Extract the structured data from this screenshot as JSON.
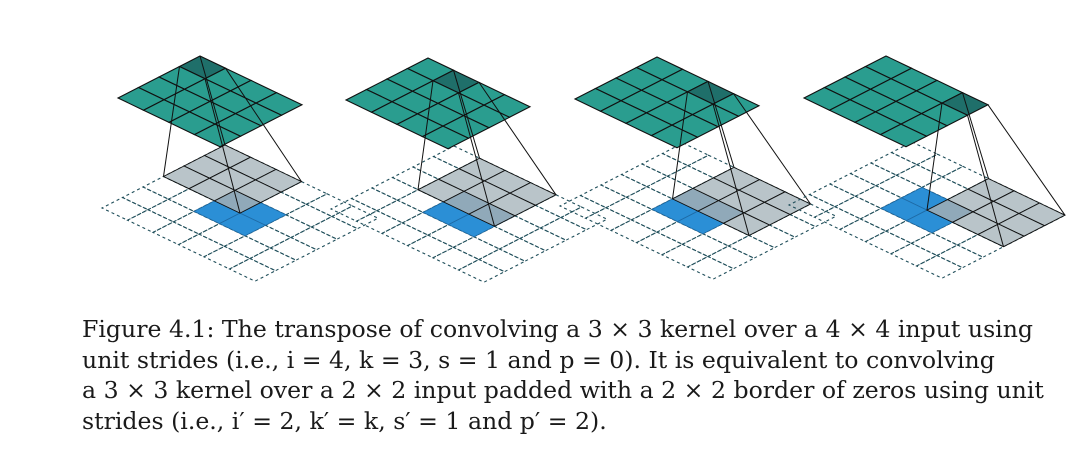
{
  "figure": {
    "panels": [
      {
        "out_highlight": [
          0,
          0
        ],
        "kernel_origin": [
          0,
          0
        ],
        "panel": 1
      },
      {
        "out_highlight": [
          0,
          1
        ],
        "kernel_origin": [
          0,
          1
        ],
        "panel": 2
      },
      {
        "out_highlight": [
          0,
          2
        ],
        "kernel_origin": [
          0,
          2
        ],
        "panel": 3
      },
      {
        "out_highlight": [
          0,
          3
        ],
        "kernel_origin": [
          0,
          3
        ],
        "panel": 4
      }
    ],
    "input_size": 2,
    "padded_size": 6,
    "kernel_size": 3,
    "output_size": 4,
    "colors": {
      "output": "#2a9d8f",
      "output_highlight": "#1f6f6a",
      "kernel": "#a9b7bd",
      "input": "#2b8fd6",
      "input_kernel_overlap": "#1e6aa5",
      "padding_line": "#1f4e5a",
      "stroke": "#111111"
    }
  },
  "caption": {
    "line1": "Figure 4.1:  The transpose of convolving a 3 × 3 kernel over a 4 × 4 input using",
    "line2": "unit strides (i.e., i = 4, k = 3, s = 1 and p = 0). It is equivalent to convolving",
    "line3": "a 3 × 3 kernel over a 2 × 2 input padded with a 2 × 2 border of zeros using unit",
    "line4": "strides (i.e., i′ = 2, k′ = k, s′ = 1 and p′ = 2)."
  }
}
